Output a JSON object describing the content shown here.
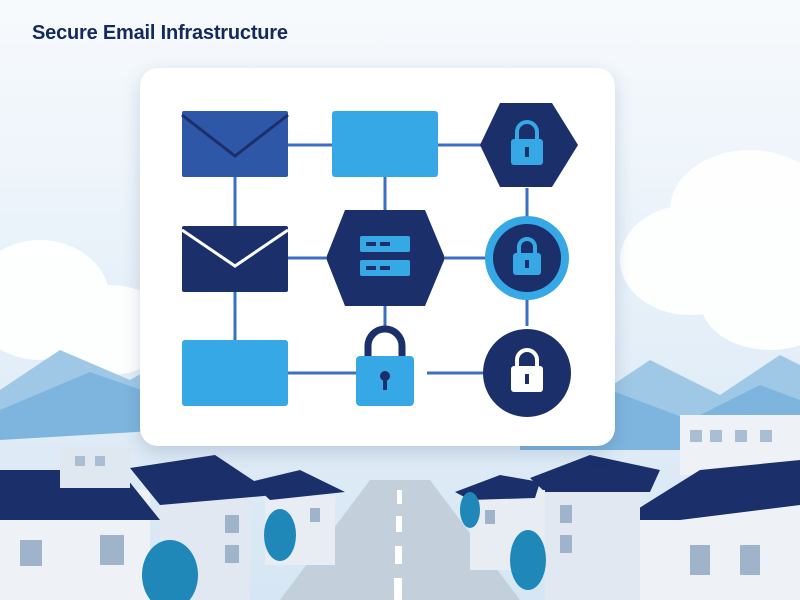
{
  "title": "Secure Email Infrastructure",
  "colors": {
    "navy": "#1b2f6b",
    "mid_blue": "#2f57a8",
    "sky_blue": "#36a8e6",
    "light_sky": "#e4eef7",
    "connector": "#3a6fc4"
  },
  "diagram": {
    "nodes": [
      {
        "id": "envelope-top",
        "icon": "envelope-icon"
      },
      {
        "id": "envelope-mid",
        "icon": "envelope-icon"
      },
      {
        "id": "block-bottom",
        "icon": "box"
      },
      {
        "id": "block-top-center",
        "icon": "box"
      },
      {
        "id": "server-hexagon",
        "icon": "server-icon"
      },
      {
        "id": "lock-bottom-center",
        "icon": "lock-icon"
      },
      {
        "id": "lock-hexagon",
        "icon": "lock-icon"
      },
      {
        "id": "lock-circle-light",
        "icon": "lock-icon"
      },
      {
        "id": "lock-circle-dark",
        "icon": "lock-icon"
      }
    ]
  }
}
